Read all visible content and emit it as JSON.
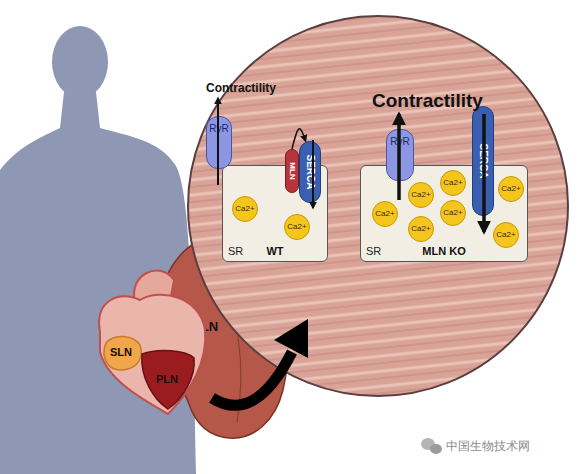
{
  "diagram": {
    "nodes": [
      {
        "text": [
          "SR",
          "WT"
        ]
      },
      {
        "text": [
          "RyR"
        ],
        "in": 0
      },
      {
        "text": [
          "MLN"
        ],
        "in": 0
      },
      {
        "text": [
          "SERCA"
        ],
        "in": 0
      },
      {
        "text": [
          "Ca2+"
        ],
        "in": 0
      },
      {
        "text": [
          "Ca2+"
        ],
        "in": 0
      },
      {
        "text": [
          "SR",
          "MLN KO"
        ]
      },
      {
        "text": [
          "RyR"
        ],
        "in": 6
      },
      {
        "text": [
          "SERCA"
        ],
        "in": 6
      },
      {
        "text": [
          "Ca2+"
        ],
        "in": 6
      },
      {
        "text": [
          "Ca2+"
        ],
        "in": 6
      },
      {
        "text": [
          "Ca2+"
        ],
        "in": 6
      },
      {
        "text": [
          "Ca2+"
        ],
        "in": 6
      },
      {
        "text": [
          "Ca2+"
        ],
        "in": 6
      },
      {
        "text": [
          "Ca2+"
        ],
        "in": 6
      },
      {
        "text": [
          "Ca2+"
        ],
        "in": 6
      },
      {
        "text": [
          "MLN"
        ]
      },
      {
        "text": [
          "SLN"
        ]
      },
      {
        "text": [
          "PLN"
        ]
      }
    ],
    "edges": [
      {
        "from": 2,
        "to": 3,
        "arrow": "to"
      }
    ],
    "labels": [
      "Contractility",
      "Contractility",
      "中国生物技术网"
    ]
  }
}
